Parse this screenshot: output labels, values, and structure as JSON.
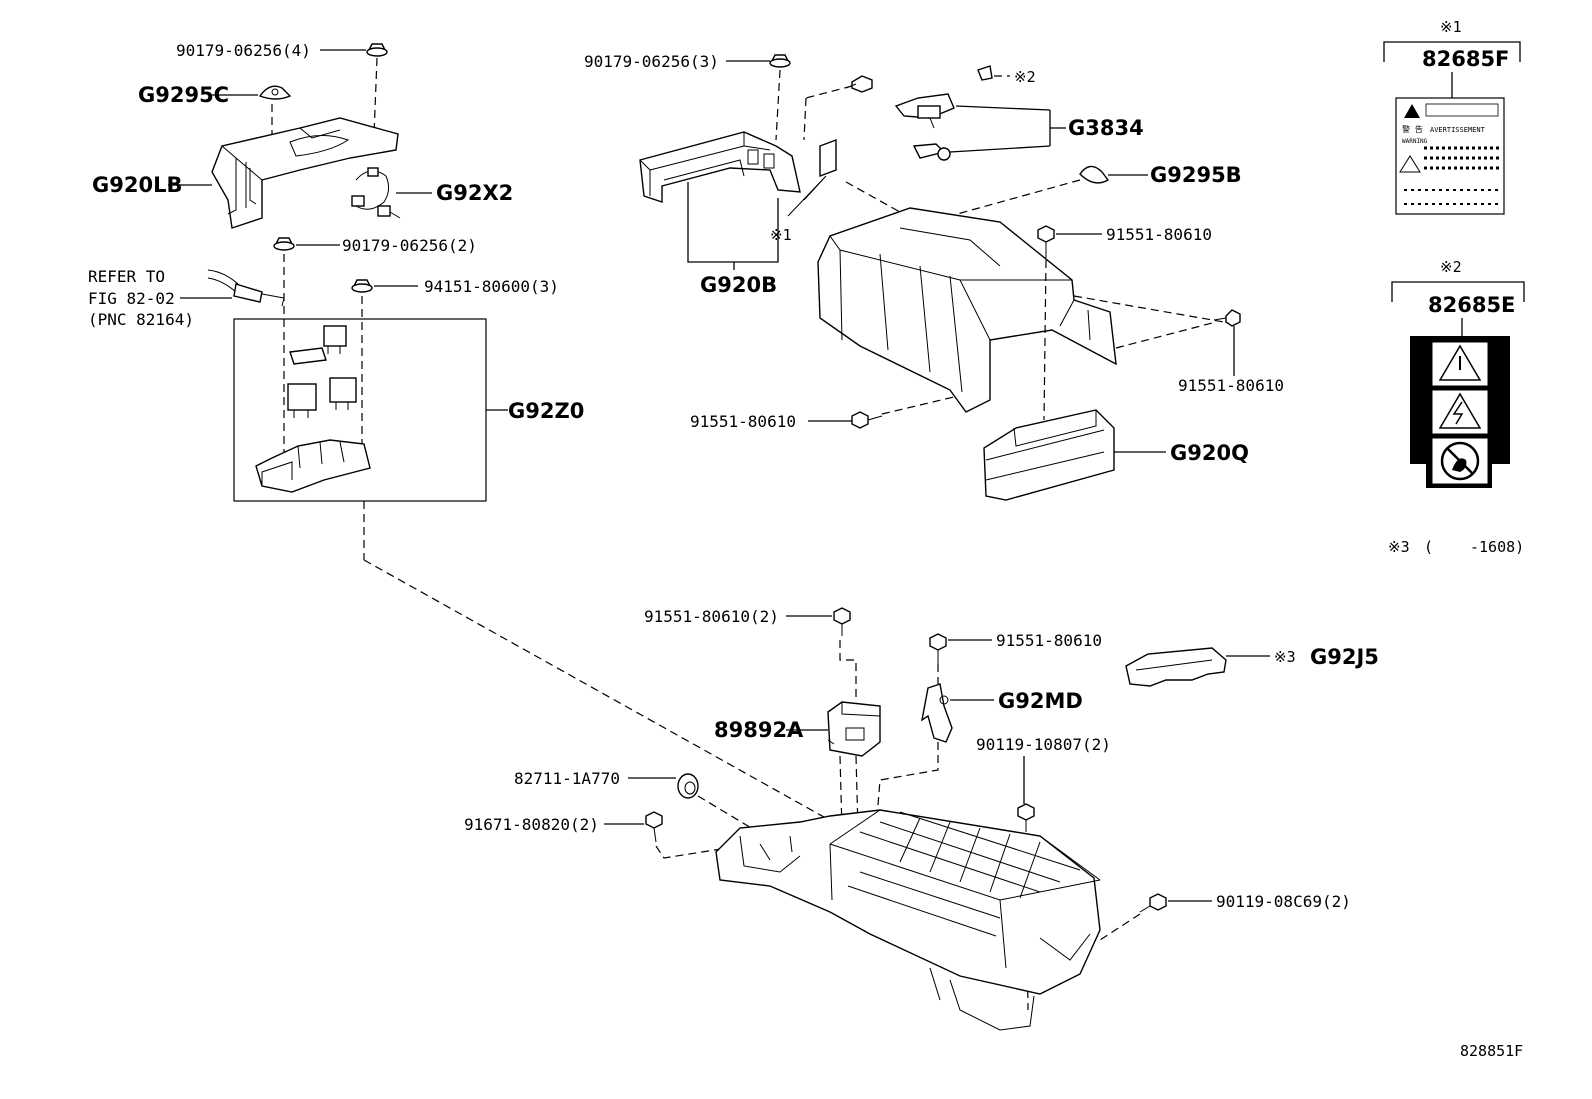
{
  "labels": {
    "p_90179_4": "90179-06256(4)",
    "c_G9295C": "G9295C",
    "c_G920LB": "G920LB",
    "c_G92X2": "G92X2",
    "p_90179_2": "90179-06256(2)",
    "refer_line1": "REFER TO",
    "refer_line2": "FIG 82-02",
    "refer_line3": "(PNC 82164)",
    "p_94151": "94151-80600(3)",
    "c_G92Z0": "G92Z0",
    "p_90179_3": "90179-06256(3)",
    "note2_marker": "※2",
    "c_G3834": "G3834",
    "c_G9295B": "G9295B",
    "note1_marker": "※1",
    "c_G920B": "G920B",
    "p_91551_a": "91551-80610",
    "p_91551_b": "91551-80610",
    "p_91551_c": "91551-80610",
    "c_G920Q": "G920Q",
    "p_91551_2": "91551-80610(2)",
    "p_91551_d": "91551-80610",
    "note3_marker": "※3",
    "c_G92J5": "G92J5",
    "c_G92MD": "G92MD",
    "c_89892A": "89892A",
    "p_90119_108": "90119-10807(2)",
    "p_82711": "82711-1A770",
    "p_91671": "91671-80820(2)",
    "p_90119_08c": "90119-08C69(2)",
    "legend1_marker": "※1",
    "legend1_code": "82685F",
    "legend2_marker": "※2",
    "legend2_code": "82685E",
    "legend3_marker": "※3",
    "legend3_open": "(",
    "legend3_value": "-1608)",
    "label_avert": "AVERTISSEMENT",
    "label_warning": "WARNING",
    "label_jp": "警 告",
    "figure_id": "828851F"
  }
}
